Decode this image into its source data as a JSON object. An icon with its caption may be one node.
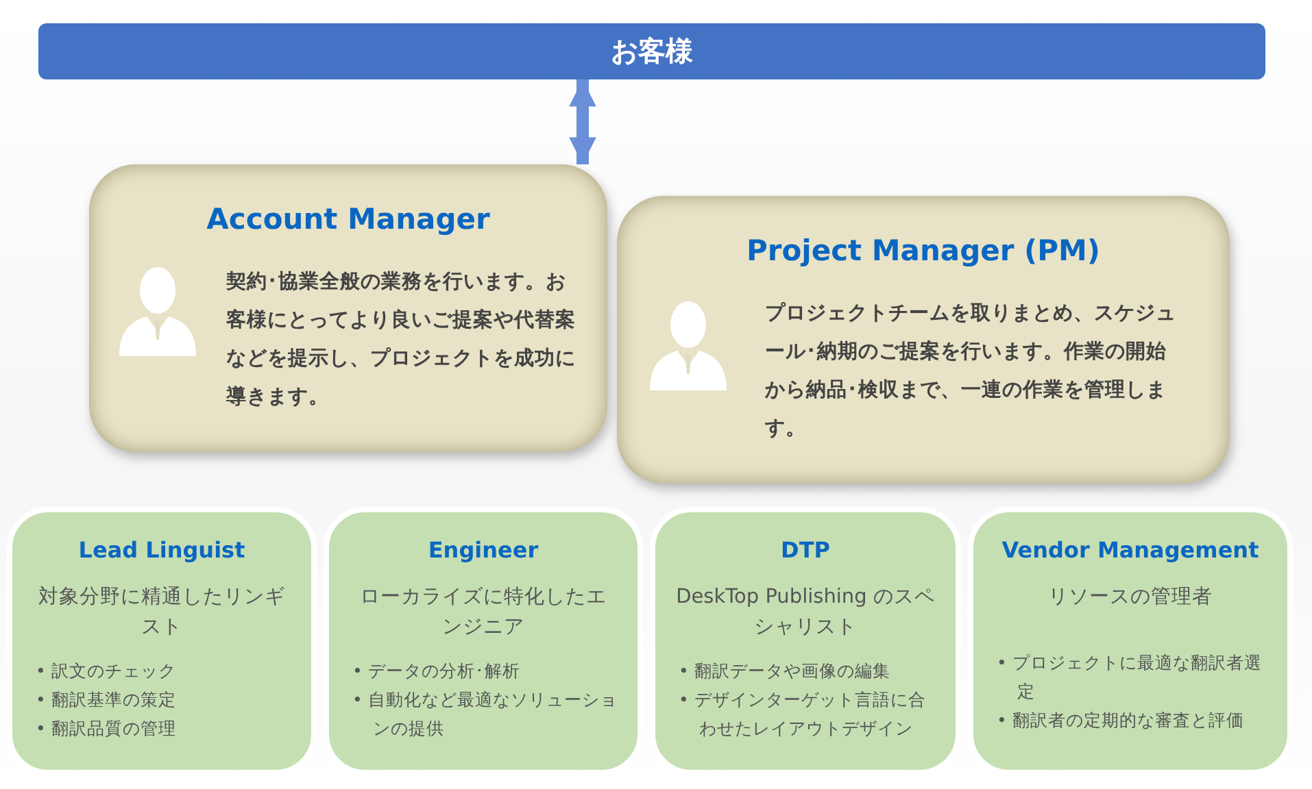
{
  "diagram": {
    "nodes": [
      {
        "text": [
          "お客様"
        ]
      },
      {
        "text": [
          "Account Manager",
          "契約･協業全般の業務を行います。お客様にとってより良いご提案や代替案などを提示し、プロジェクトを成功に導きます。"
        ]
      },
      {
        "text": [
          "Project Manager (PM)",
          "プロジェクトチームを取りまとめ、スケジュール･納期のご提案を行います。作業の開始から納品･検収まで、一連の作業を管理します。"
        ]
      },
      {
        "text": [
          "Lead Linguist",
          "対象分野に精通したリンギスト",
          "• 訳文のチェック",
          "• 翻訳基準の策定",
          "• 翻訳品質の管理"
        ]
      },
      {
        "text": [
          "Engineer",
          "ローカライズに特化したエンジニア",
          "• データの分析･解析",
          "• 自動化など最適なソリューションの提供"
        ]
      },
      {
        "text": [
          "DTP",
          "DeskTop Publishing のスペシャリスト",
          "• 翻訳データや画像の編集",
          "• デザインターゲット言語に合わせたレイアウトデザイン"
        ]
      },
      {
        "text": [
          "Vendor Management",
          "リソースの管理者",
          "• プロジェクトに最適な翻訳者選定",
          "• 翻訳者の定期的な審査と評価"
        ]
      }
    ],
    "edges": [
      {
        "from": 0,
        "to": 1,
        "arrow": "both"
      }
    ]
  }
}
